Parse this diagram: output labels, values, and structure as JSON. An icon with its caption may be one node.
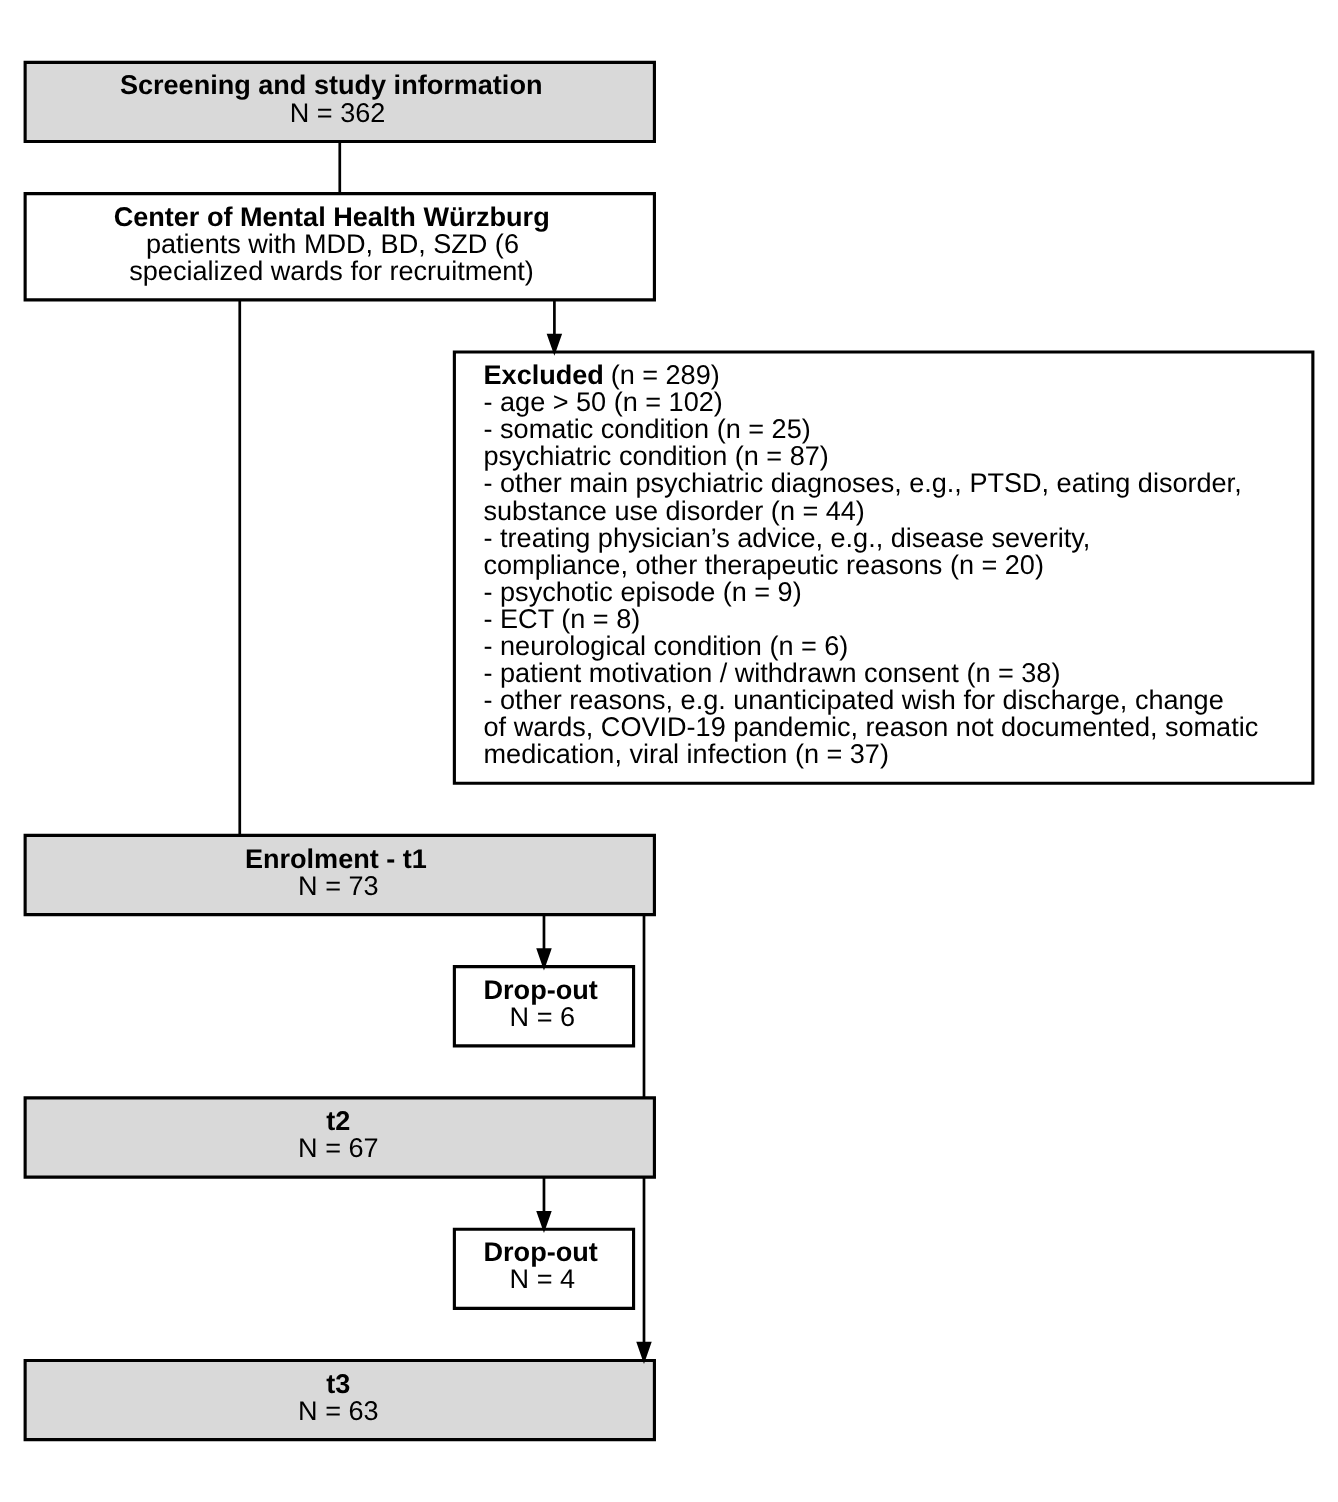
{
  "diagram": {
    "nodes": [
      {
        "text": [
          "Screening and study information",
          "N = 362"
        ]
      },
      {
        "text": [
          "Center of Mental Health Würzburg",
          "patients with MDD, BD, SZD (6 specialized wards for recruitment)"
        ]
      },
      {
        "text": [
          "**Excluded** (n = 289)",
          "- age > 50 (n = 102)",
          "- somatic condition (n = 25)",
          "psychiatric condition (n = 87)",
          "- other main psychiatric diagnoses, e.g., PTSD, eating disorder, substance use disorder (n = 44)",
          "- treating physician’s advice, e.g., disease severity, compliance, other therapeutic reasons (n = 20)",
          "- psychotic episode (n = 9)",
          "- ECT (n = 8)",
          "- neurological condition (n = 6)",
          "- patient motivation / withdrawn consent (n = 38)",
          "- other reasons, e.g. unanticipated wish for discharge, change of wards, COVID-19 pandemic, reason not documented, somatic medication, viral infection (n = 37)"
        ]
      },
      {
        "text": [
          "Enrolment - t1",
          "N = 73"
        ]
      },
      {
        "text": [
          "Drop-out",
          "N = 6"
        ]
      },
      {
        "text": [
          "t2",
          "N = 67"
        ]
      },
      {
        "text": [
          "Drop-out",
          "N = 4"
        ]
      },
      {
        "text": [
          "t3",
          "N = 63"
        ]
      }
    ],
    "edges": [
      {
        "from": 0,
        "to": 1,
        "arrow": "none"
      },
      {
        "from": 1,
        "to": 3,
        "arrow": "none"
      },
      {
        "from": 1,
        "to": 2,
        "arrow": "to"
      },
      {
        "from": 3,
        "to": 5,
        "arrow": "none"
      },
      {
        "from": 3,
        "to": 4,
        "arrow": "to"
      },
      {
        "from": 5,
        "to": 7,
        "arrow": "to"
      },
      {
        "from": 5,
        "to": 6,
        "arrow": "to"
      }
    ]
  }
}
